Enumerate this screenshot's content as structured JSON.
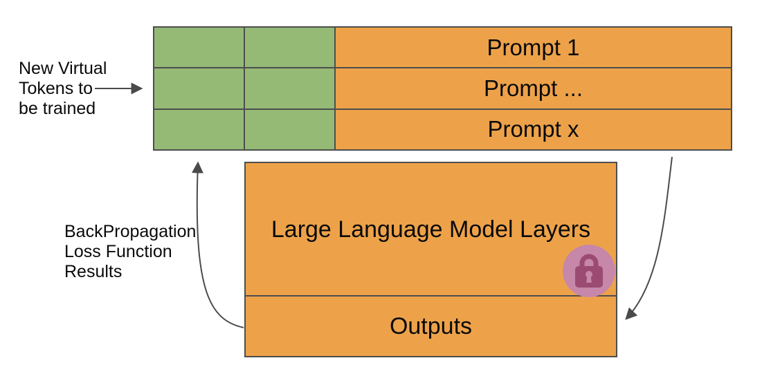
{
  "labels": {
    "new_virtual_tokens": {
      "lines": [
        "New Virtual",
        "Tokens to",
        "be trained"
      ]
    },
    "backpropagation": {
      "lines": [
        "BackPropagation",
        "Loss Function",
        "Results"
      ]
    }
  },
  "prompt_table": {
    "virtual_token_grid": {
      "rows": 3,
      "columns": 2
    },
    "prompt_rows": [
      "Prompt 1",
      "Prompt ...",
      "Prompt x"
    ]
  },
  "model": {
    "title": "Large Language Model Layers",
    "outputs_label": "Outputs"
  },
  "icons": {
    "frozen_model": "lock-icon"
  },
  "colors": {
    "background": "#ffffff",
    "green": "#94ba75",
    "orange": "#eda24a",
    "border": "#4d4d4d",
    "arrow": "#4a4a4a",
    "text": "#0a0a0a",
    "lock_circle": "#c687a8",
    "lock_glyph": "#9b4a71"
  }
}
